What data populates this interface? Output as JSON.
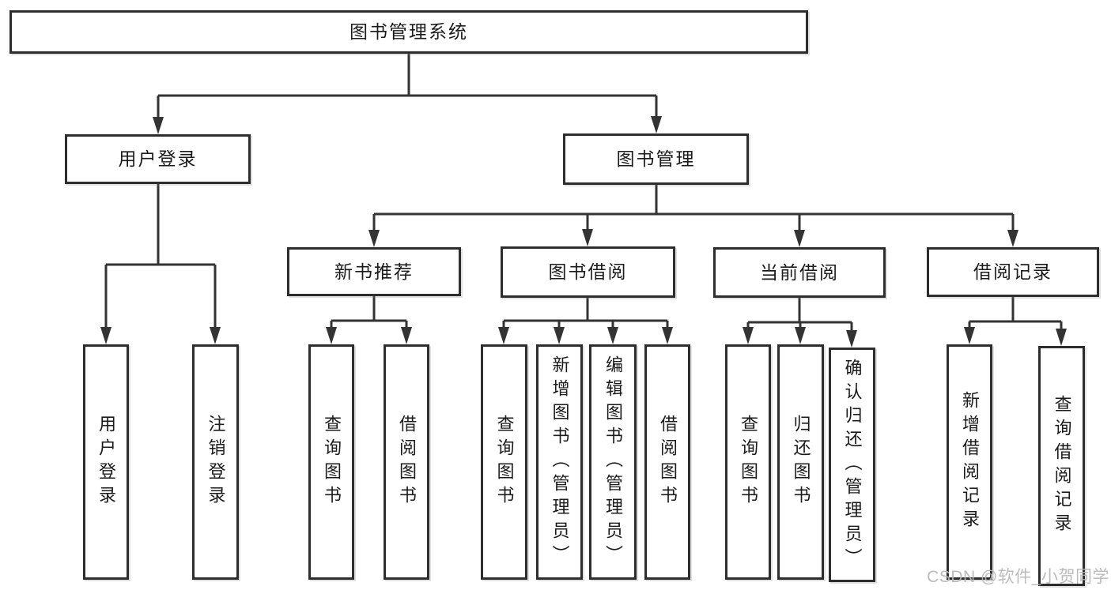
{
  "colors": {
    "box_border": "#2d2d2d",
    "line": "#333333",
    "text": "#1b1b1b",
    "watermark": "#b6b6b6",
    "background": "#ffffff"
  },
  "nodes": {
    "root": {
      "label": "图书管理系统"
    },
    "level2": {
      "user_login": {
        "label": "用户登录"
      },
      "book_mgmt": {
        "label": "图书管理"
      }
    },
    "level3": {
      "new_rec": {
        "label": "新书推荐"
      },
      "borrow": {
        "label": "图书借阅"
      },
      "current": {
        "label": "当前借阅"
      },
      "record": {
        "label": "借阅记录"
      }
    },
    "leaves": {
      "login": {
        "label": "用户登录"
      },
      "logout": {
        "label": "注销登录"
      },
      "rec_query": {
        "label": "查询图书"
      },
      "rec_borrow": {
        "label": "借阅图书"
      },
      "bor_query": {
        "label": "查询图书"
      },
      "bor_add": {
        "label": "新增图书（管理员）"
      },
      "bor_edit": {
        "label": "编辑图书（管理员）"
      },
      "bor_borrow": {
        "label": "借阅图书"
      },
      "cur_query": {
        "label": "查询图书"
      },
      "cur_return": {
        "label": "归还图书"
      },
      "cur_confirm": {
        "label": "确认归还（管理员）"
      },
      "rec2_add": {
        "label": "新增借阅记录"
      },
      "rec2_query": {
        "label": "查询借阅记录"
      }
    }
  },
  "watermark": {
    "text": "CSDN @软件_小贺同学"
  }
}
